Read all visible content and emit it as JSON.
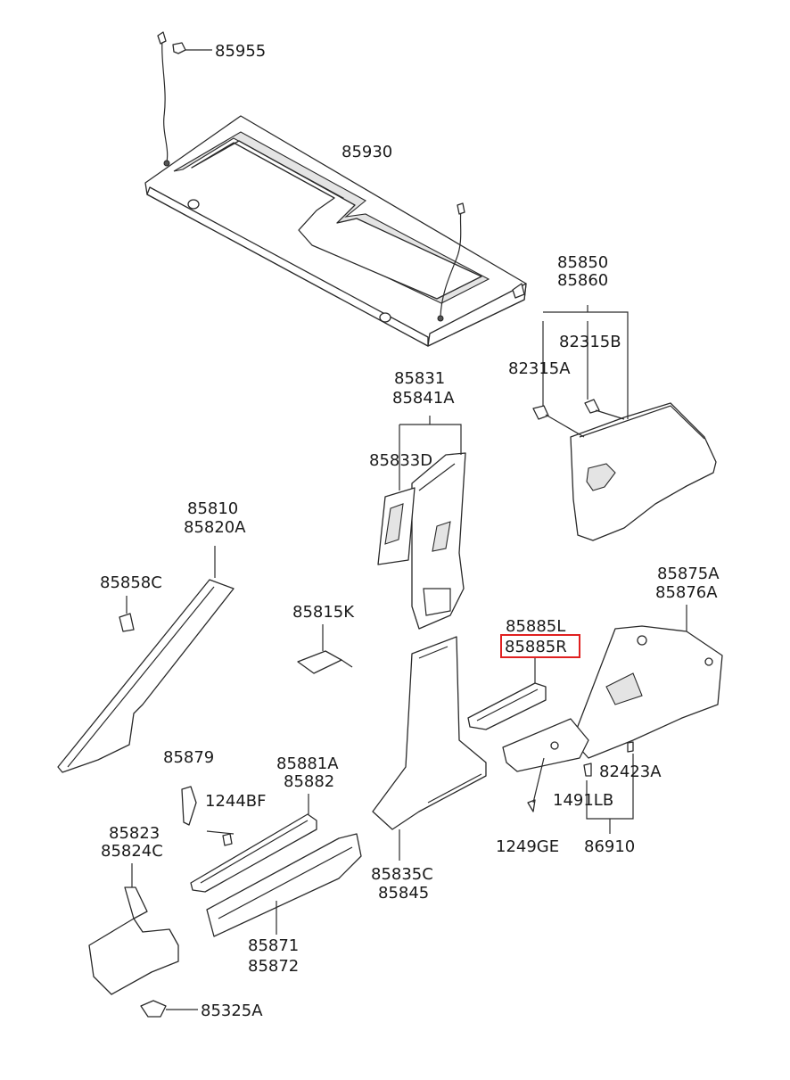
{
  "labels": {
    "p85955": "85955",
    "p85930": "85930",
    "p85850": "85850",
    "p85860": "85860",
    "p82315B": "82315B",
    "p82315A": "82315A",
    "p85831": "85831",
    "p85841A": "85841A",
    "p85833D": "85833D",
    "p85810": "85810",
    "p85820A": "85820A",
    "p85858C": "85858C",
    "p85815K": "85815K",
    "p85875A": "85875A",
    "p85876A": "85876A",
    "p85885L": "85885L",
    "p85885R": "85885R",
    "p85879": "85879",
    "p1244BF": "1244BF",
    "p85881A": "85881A",
    "p85882": "85882",
    "p85823": "85823",
    "p85824C": "85824C",
    "p85835C": "85835C",
    "p85845": "85845",
    "p82423A": "82423A",
    "p1491LB": "1491LB",
    "p1249GE": "1249GE",
    "p86910": "86910",
    "p85871": "85871",
    "p85872": "85872",
    "p85325A": "85325A"
  },
  "highlight": {
    "part": "85885R",
    "color": "#e02020"
  }
}
